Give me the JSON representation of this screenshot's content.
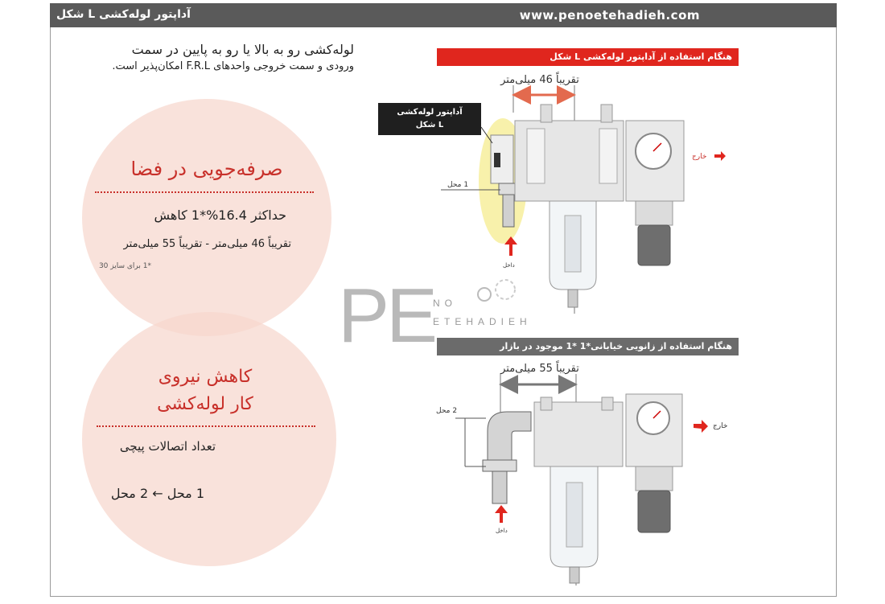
{
  "header": {
    "title": "آداپتور لوله‌کشی L شکل",
    "url": "www.penoetehadieh.com"
  },
  "intro": {
    "line1": "لوله‌کشی رو به بالا یا رو به پایین در سمت",
    "line2": "ورودی و سمت خروجی واحدهای F.R.L امکان‌پذیر است."
  },
  "circle1": {
    "heading": "صرفه‌جویی در فضا",
    "reduction": "حداکثر 16.4%*1 کاهش",
    "dims": "تقریباً 46 میلی‌متر - تقریباً 55 میلی‌متر",
    "note": "*1 برای سایز 30"
  },
  "circle2": {
    "heading_line1": "کاهش نیروی",
    "heading_line2": "کار لوله‌کشی",
    "fittings": "تعداد اتصالات پیچی",
    "change": "1 محل ← 2 محل"
  },
  "diagram_top": {
    "bar": "هنگام استفاده از آداپتور لوله‌کشی L شکل",
    "dimension": "تقریباً 46 میلی‌متر",
    "callout_line1": "آداپتور لوله‌کشی",
    "callout_line2": "L شکل",
    "loc": "1 محل",
    "in": "داخل",
    "out": "خارج"
  },
  "diagram_bottom": {
    "bar": "هنگام استفاده از زانویی خیابانی*1 *1 موجود در بازار",
    "dimension": "تقریباً 55 میلی‌متر",
    "loc": "2 محل",
    "in": "داخل",
    "out": "خارج"
  },
  "watermark": {
    "big": "PE",
    "line1": "NO",
    "line2": "ETEHADIEH"
  },
  "colors": {
    "accent_red": "#e0261e",
    "header_gray": "#5a5a5a",
    "circle_pink": "#f7d7cd"
  }
}
